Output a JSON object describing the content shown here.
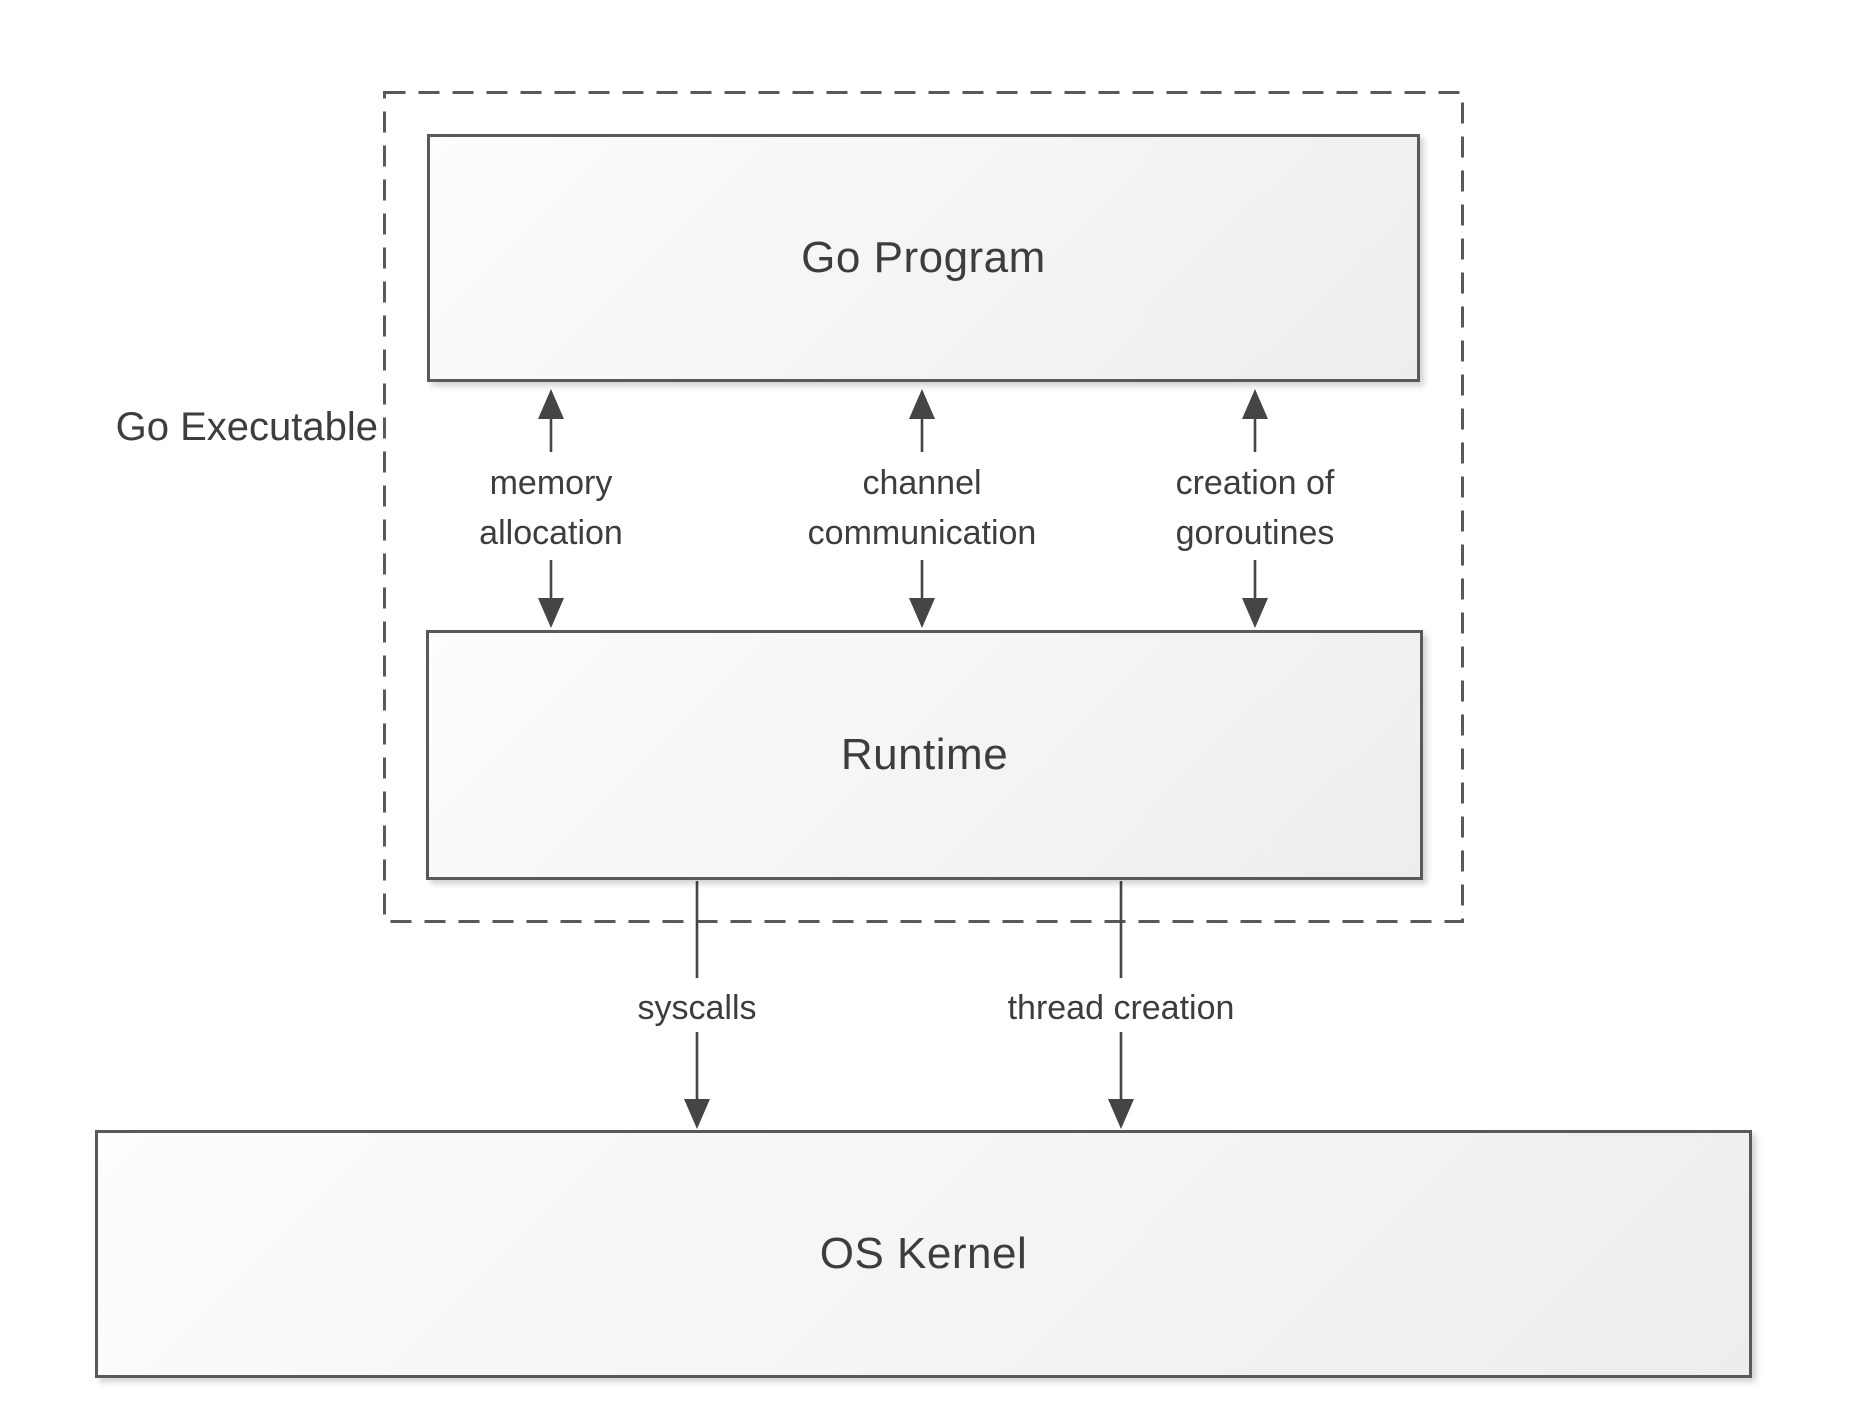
{
  "diagram": {
    "group_label": "Go Executable",
    "boxes": {
      "go_program": "Go Program",
      "runtime": "Runtime",
      "os_kernel": "OS Kernel"
    },
    "program_runtime_links": [
      {
        "line1": "memory",
        "line2": "allocation"
      },
      {
        "line1": "channel",
        "line2": "communication"
      },
      {
        "line1": "creation of",
        "line2": "goroutines"
      }
    ],
    "runtime_kernel_links": [
      {
        "label": "syscalls"
      },
      {
        "label": "thread creation"
      }
    ],
    "colors": {
      "background": "#ffffff",
      "border": "#58595b",
      "line": "#454545",
      "text": "#3d3d3d",
      "box_fill_start": "#fdfdfd",
      "box_fill_end": "#ededed"
    }
  }
}
